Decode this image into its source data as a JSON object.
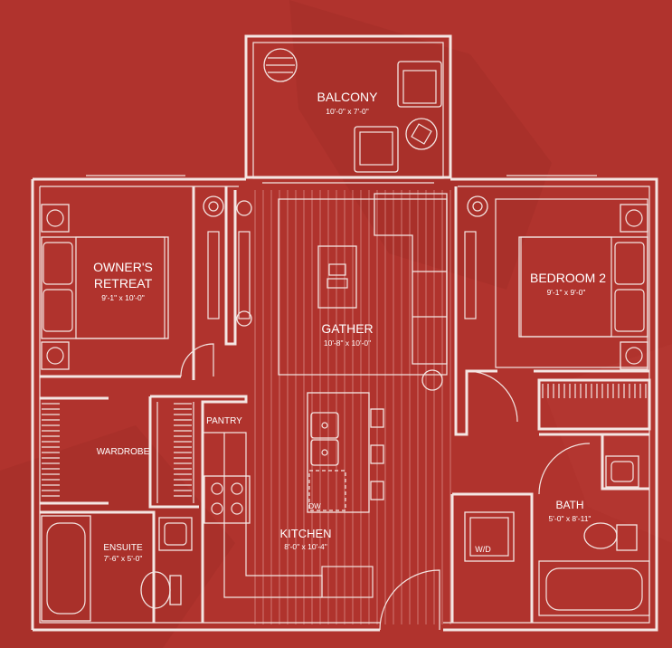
{
  "colors": {
    "background": "#b0332d",
    "lines": "#f4e6e3",
    "text": "#ffffff"
  },
  "rooms": {
    "balcony": {
      "name": "BALCONY",
      "dims": "10'-0\" x 7'-0\""
    },
    "owners_retreat": {
      "name_line1": "OWNER'S",
      "name_line2": "RETREAT",
      "dims": "9'-1\" x 10'-0\""
    },
    "gather": {
      "name": "GATHER",
      "dims": "10'-8\" x 10'-0\""
    },
    "bedroom2": {
      "name": "BEDROOM 2",
      "dims": "9'-1\" x 9'-0\""
    },
    "wardrobe": {
      "name": "WARDROBE"
    },
    "pantry": {
      "name": "PANTRY"
    },
    "kitchen": {
      "name": "KITCHEN",
      "dims": "8'-0\" x 10'-4\""
    },
    "ensuite": {
      "name": "ENSUITE",
      "dims": "7'-6\" x 5'-0\""
    },
    "bath": {
      "name": "BATH",
      "dims": "5'-0\" x 8'-11\""
    },
    "wd": {
      "name": "W/D"
    },
    "dw": {
      "name": "DW"
    }
  },
  "icons": [
    "grill-icon",
    "lounge-chair-icon",
    "side-table-icon",
    "plant-icon",
    "bed-icon",
    "lamp-icon",
    "sofa-icon",
    "laptop-icon",
    "stove-icon",
    "sink-icon",
    "toilet-icon",
    "bathtub-icon",
    "washer-dryer-icon"
  ]
}
